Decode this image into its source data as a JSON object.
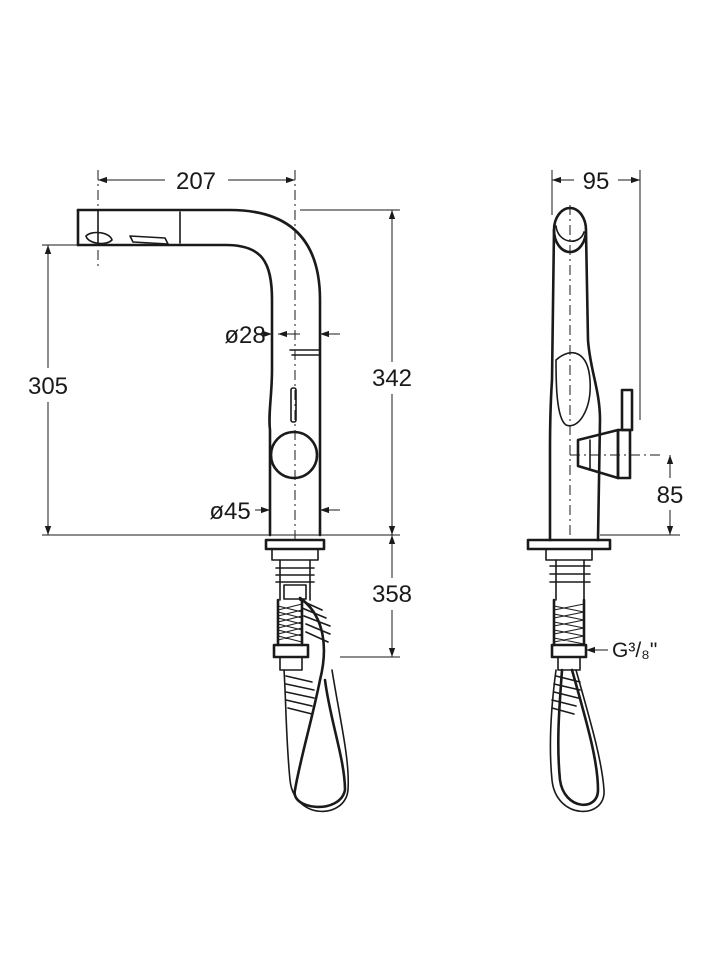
{
  "dimensions": {
    "front_spout_reach": "207",
    "front_spout_height": "305",
    "front_total_height": "342",
    "front_upper_diameter": "ø28",
    "front_lower_diameter": "ø45",
    "front_hose_length": "358",
    "side_width": "95",
    "side_lever_height": "85",
    "side_connection_thread": "G³/₈\""
  }
}
